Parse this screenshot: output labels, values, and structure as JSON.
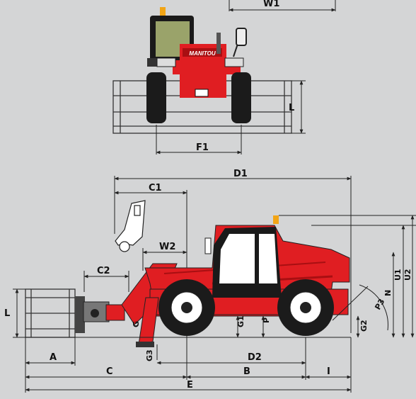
{
  "colors": {
    "background": "#d4d5d6",
    "machine_red": "#e01e22",
    "dark_red": "#a90f12",
    "tyre": "#1b1b1b",
    "line": "#2a2a2a",
    "beacon": "#f2a516",
    "brand_text": "#ffffff"
  },
  "brand": "MANITOU",
  "labels": {
    "w1": "W1",
    "l_top": "L",
    "f1": "F1",
    "d1": "D1",
    "c1": "C1",
    "w2": "W2",
    "c2": "C2",
    "l_side": "L",
    "a": "A",
    "c": "C",
    "b": "B",
    "i": "I",
    "e": "E",
    "d2": "D2",
    "g": "G",
    "g1": "G1",
    "g2": "G2",
    "g3": "G3",
    "p": "P",
    "p3": "P3",
    "n": "N",
    "u1": "U1",
    "u2": "U2"
  }
}
